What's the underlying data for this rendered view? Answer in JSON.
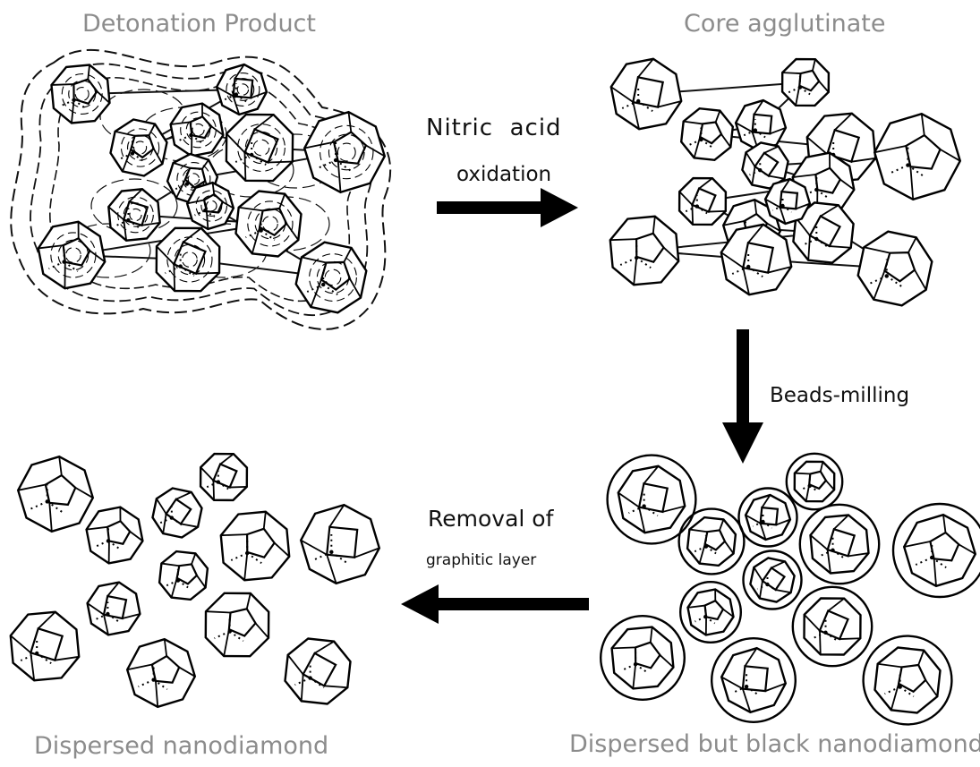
{
  "labels": {
    "detonation_product": "Detonation Product",
    "core_agglutinate": "Core agglutinate",
    "dispersed_nanodiamond": "Dispersed nanodiamond",
    "dispersed_black_nanodiamond": "Dispersed but black nanodiamond"
  },
  "steps": {
    "nitric_line1": "Nitric  acid",
    "nitric_line2": "oxidation",
    "beads_milling": "Beads-milling",
    "removal_line1": "Removal of",
    "removal_line2": "graphitic layer"
  },
  "colors": {
    "caption": "#8c8c8c",
    "ink": "#111111",
    "background": "#ffffff"
  }
}
